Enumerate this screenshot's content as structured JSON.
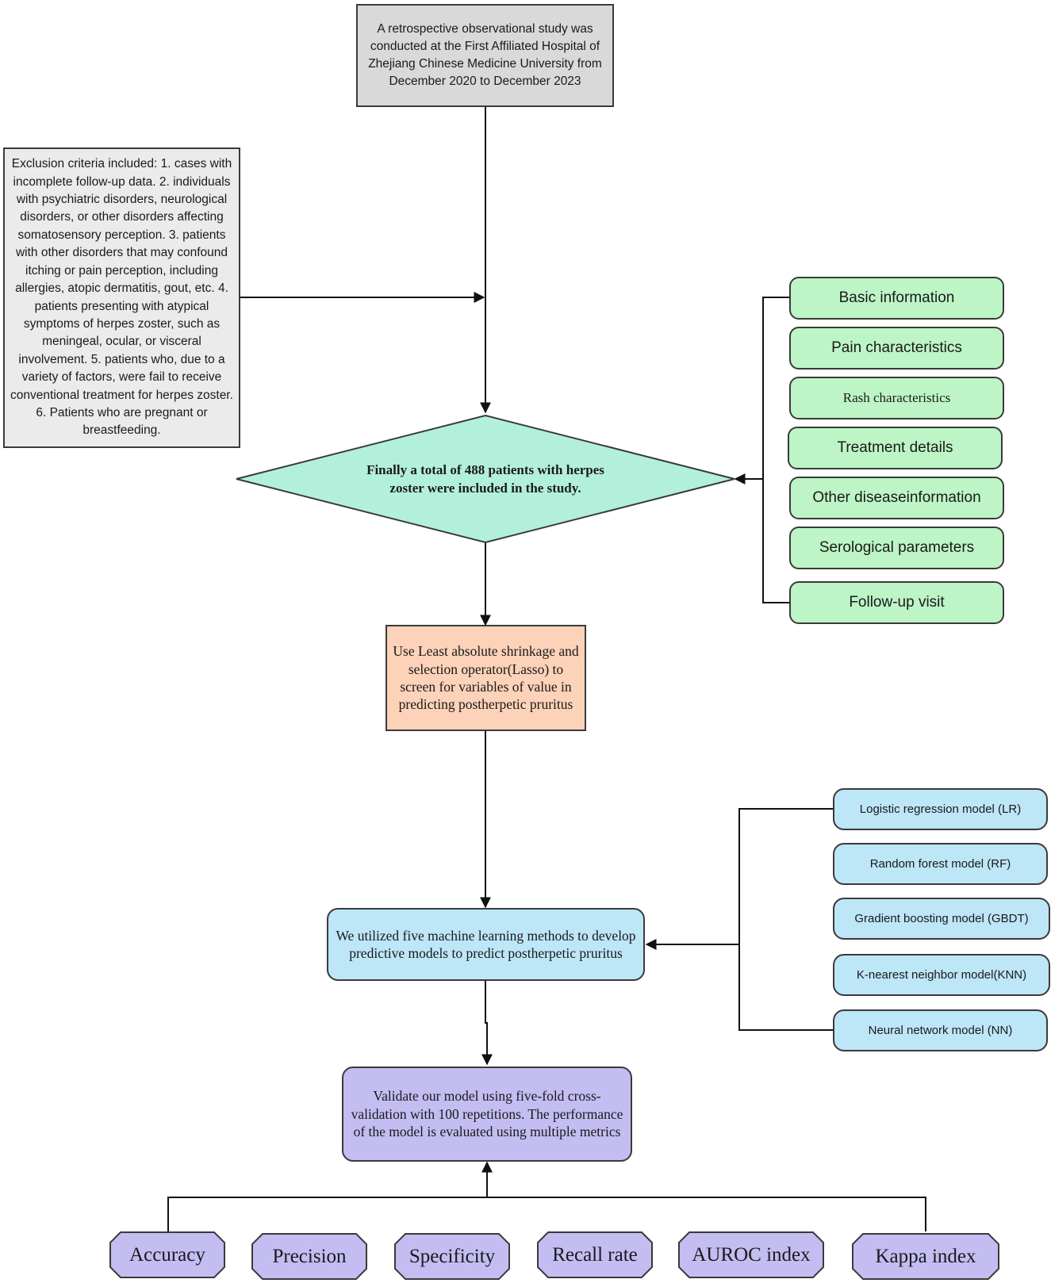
{
  "study": {
    "text": "A retrospective observational study was conducted at the First Affiliated Hospital of Zhejiang Chinese Medicine University from December 2020 to December 2023"
  },
  "exclusion": {
    "text": "Exclusion criteria included: 1. cases with incomplete follow-up data. 2. individuals with psychiatric disorders, neurological disorders, or other disorders affecting somatosensory perception. 3.  patients with other disorders that may confound itching or pain perception, including allergies, atopic dermatitis, gout, etc. 4. patients presenting with atypical symptoms of herpes zoster, such as meningeal, ocular, or visceral involvement. 5. patients who, due to a variety of factors, were fail to receive conventional treatment for herpes zoster. 6. Patients who are pregnant or breastfeeding."
  },
  "inclusion": {
    "text": "Finally a total of 488 patients with herpes zoster were included in the study."
  },
  "data_categories": [
    "Basic information",
    "Pain characteristics",
    "Rash characteristics",
    "Treatment details",
    "Other diseaseinformation",
    "Serological parameters",
    "Follow-up visit"
  ],
  "lasso": {
    "text": "Use Least absolute shrinkage and selection operator(Lasso) to screen for variables of value in predicting postherpetic pruritus"
  },
  "ml_methods": {
    "text": "We utilized five machine learning methods to develop predictive models to predict postherpetic pruritus"
  },
  "models": [
    "Logistic regression model (LR)",
    "Random forest model (RF)",
    "Gradient boosting model (GBDT)",
    "K-nearest neighbor model(KNN)",
    "Neural network model (NN)"
  ],
  "validation": {
    "text": "Validate our model using five-fold cross-validation with 100 repetitions. The performance of the model is evaluated using multiple metrics"
  },
  "metrics": [
    "Accuracy",
    "Precision",
    "Specificity",
    "Recall rate",
    "AUROC index",
    "Kappa index"
  ],
  "colors": {
    "study_box": "#d9d9d9",
    "exclusion_box": "#ebebeb",
    "inclusion_diamond": "#b3f0dc",
    "data_category_box": "#bdf5c6",
    "lasso_box": "#fcd2b8",
    "model_box": "#bde6f7",
    "validation_box": "#c3bdf2",
    "metric_box": "#c3bdf2",
    "line": "#111111"
  }
}
